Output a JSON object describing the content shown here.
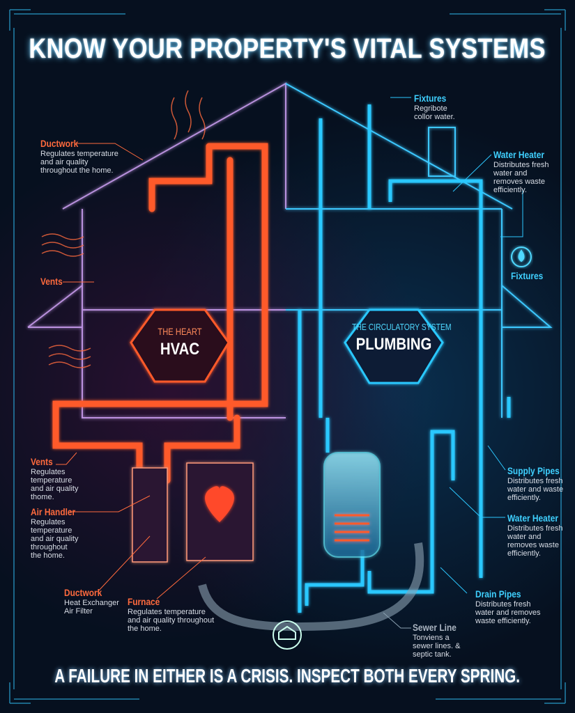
{
  "title": "KNOW YOUR PROPERTY'S VITAL SYSTEMS",
  "footer": "A FAILURE IN EITHER IS A CRISIS. INSPECT BOTH EVERY SPRING.",
  "colors": {
    "hvac": "#ff5a2a",
    "plumbing": "#2cc8ff",
    "background": "#06101f"
  },
  "hvac_badge": {
    "subtitle": "THE HEART",
    "name": "HVAC"
  },
  "plumbing_badge": {
    "subtitle": "THE CIRCULATORY SYSTEM",
    "name": "PLUMBING"
  },
  "hvac_labels": [
    {
      "title": "Ductwork",
      "desc": "Regulates temperature and air quality throughout the home."
    },
    {
      "title": "Vents",
      "desc": ""
    },
    {
      "title": "Vents",
      "desc": "Regulates temperature and air quality thome."
    },
    {
      "title": "Air Handler",
      "desc": "Regulates temperature and air quality throughout the home."
    },
    {
      "title": "Ductwork",
      "desc": "Heat Exchanger Air Filter"
    },
    {
      "title": "Furnace",
      "desc": "Regulates temperature and air quality throughout the home."
    }
  ],
  "plumbing_labels": [
    {
      "title": "Fixtures",
      "desc": "Regribote collor water."
    },
    {
      "title": "Water Heater",
      "desc": "Distributes fresh water and removes waste efficiently."
    },
    {
      "title": "Fixtures",
      "desc": ""
    },
    {
      "title": "Supply Pipes",
      "desc": "Distributes fresh water and waste efficiently."
    },
    {
      "title": "Water Heater",
      "desc": "Distributes fresh water and removes waste efficiently."
    },
    {
      "title": "Drain Pipes",
      "desc": "Distributes fresh water and removes waste efficiently."
    },
    {
      "title": "Sewer Line",
      "desc": "Tonviens a sewer lines. & septic tank."
    }
  ]
}
